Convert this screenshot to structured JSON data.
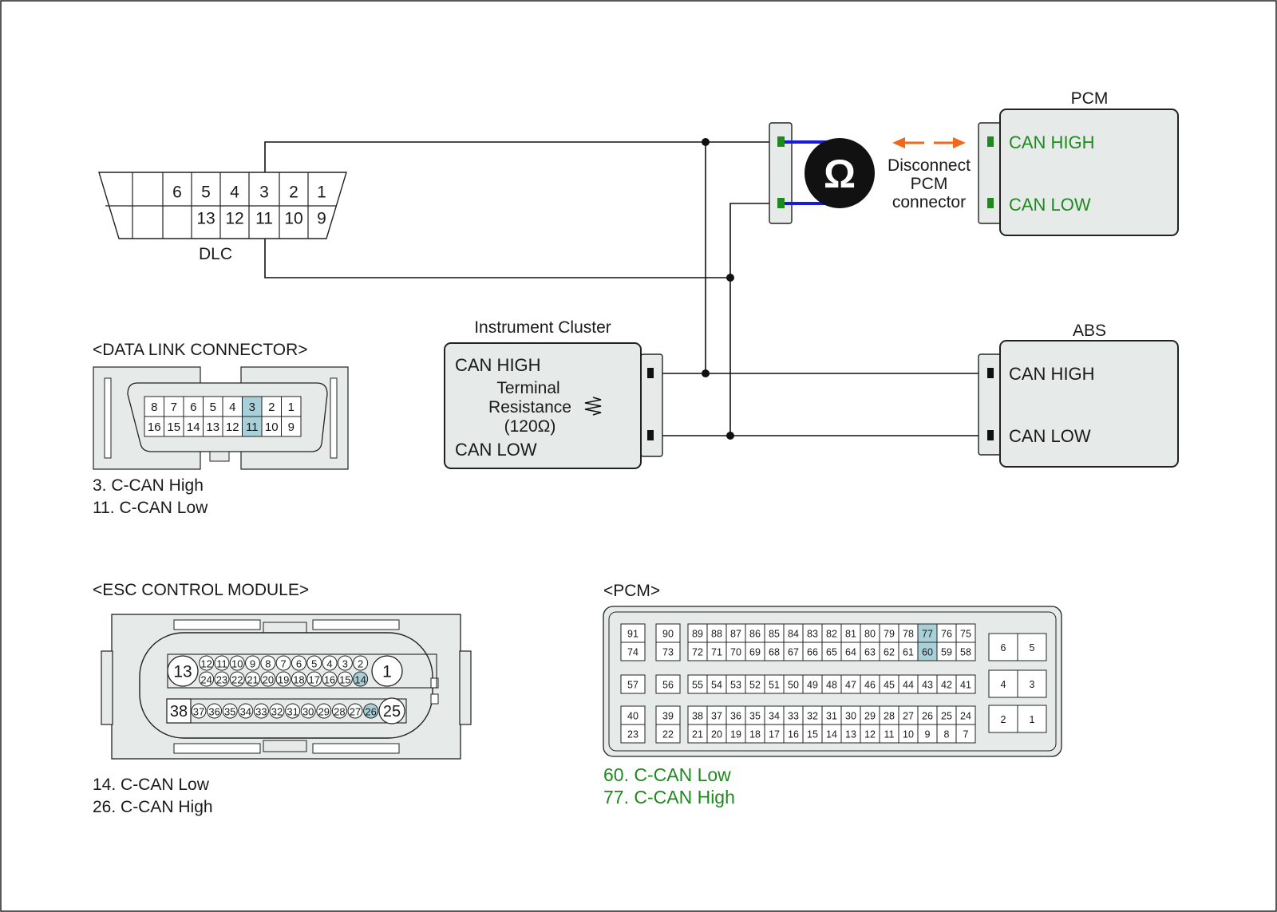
{
  "colors": {
    "module_fill": "#e6ebe9",
    "highlight": "#a9d0d8",
    "wire": "#111111",
    "probe_wire": "#1a1adc",
    "arrow": "#ee6a1a",
    "green_text": "#1e8a1e",
    "green_pin": "#1e8a1e"
  },
  "icons": {
    "meter": "ohm-meter-icon"
  },
  "dlc": {
    "label": "DLC",
    "top_pins": [
      "6",
      "5",
      "4",
      "3",
      "2",
      "1"
    ],
    "bottom_pins": [
      "13",
      "12",
      "11",
      "10",
      "9"
    ]
  },
  "pcm_module": {
    "title": "PCM",
    "can_high": "CAN HIGH",
    "can_low": "CAN LOW"
  },
  "abs_module": {
    "title": "ABS",
    "can_high": "CAN HIGH",
    "can_low": "CAN LOW"
  },
  "cluster": {
    "title": "Instrument Cluster",
    "can_high": "CAN HIGH",
    "can_low": "CAN LOW",
    "res_line1": "Terminal",
    "res_line2": "Resistance",
    "res_line3": "(120Ω)"
  },
  "meter": {
    "symbol": "Ω"
  },
  "disconnect": {
    "line1": "Disconnect",
    "line2": "PCM",
    "line3": "connector"
  },
  "data_link_connector": {
    "title": "<DATA LINK CONNECTOR>",
    "top_row": [
      "8",
      "7",
      "6",
      "5",
      "4",
      "3",
      "2",
      "1"
    ],
    "bottom_row": [
      "16",
      "15",
      "14",
      "13",
      "12",
      "11",
      "10",
      "9"
    ],
    "highlighted": [
      "3",
      "11"
    ],
    "notes": [
      "3. C-CAN High",
      "11. C-CAN Low"
    ]
  },
  "esc_module": {
    "title": "<ESC CONTROL MODULE>",
    "big_left_top": "13",
    "big_right_top": "1",
    "big_left_bottom": "38",
    "big_right_bottom": "25",
    "row1": [
      "12",
      "11",
      "10",
      "9",
      "8",
      "7",
      "6",
      "5",
      "4",
      "3",
      "2"
    ],
    "row2": [
      "24",
      "23",
      "22",
      "21",
      "20",
      "19",
      "18",
      "17",
      "16",
      "15",
      "14"
    ],
    "row3": [
      "37",
      "36",
      "35",
      "34",
      "33",
      "32",
      "31",
      "30",
      "29",
      "28",
      "27",
      "26"
    ],
    "highlighted": [
      "14",
      "26"
    ],
    "notes": [
      "14. C-CAN Low",
      "26. C-CAN High"
    ]
  },
  "pcm_connector": {
    "title": "<PCM>",
    "row1": [
      "89",
      "88",
      "87",
      "86",
      "85",
      "84",
      "83",
      "82",
      "81",
      "80",
      "79",
      "78",
      "77",
      "76",
      "75"
    ],
    "row2": [
      "72",
      "71",
      "70",
      "69",
      "68",
      "67",
      "66",
      "65",
      "64",
      "63",
      "62",
      "61",
      "60",
      "59",
      "58"
    ],
    "row3": [
      "55",
      "54",
      "53",
      "52",
      "51",
      "50",
      "49",
      "48",
      "47",
      "46",
      "45",
      "44",
      "43",
      "42",
      "41"
    ],
    "row4": [
      "38",
      "37",
      "36",
      "35",
      "34",
      "33",
      "32",
      "31",
      "30",
      "29",
      "28",
      "27",
      "26",
      "25",
      "24"
    ],
    "row5": [
      "21",
      "20",
      "19",
      "18",
      "17",
      "16",
      "15",
      "14",
      "13",
      "12",
      "11",
      "10",
      "9",
      "8",
      "7"
    ],
    "left_a": [
      [
        "91",
        "74"
      ],
      [
        "57"
      ],
      [
        "40",
        "23"
      ]
    ],
    "left_b": [
      [
        "90",
        "73"
      ],
      [
        "56"
      ],
      [
        "39",
        "22"
      ]
    ],
    "right_blocks": [
      [
        "6",
        "5"
      ],
      [
        "4",
        "3"
      ],
      [
        "2",
        "1"
      ]
    ],
    "highlighted": [
      "77",
      "60"
    ],
    "notes": [
      "60. C-CAN Low",
      "77. C-CAN High"
    ]
  }
}
